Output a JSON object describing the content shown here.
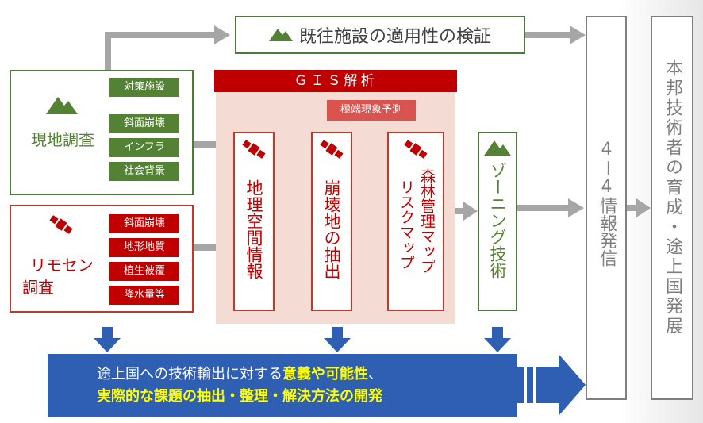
{
  "top_box": {
    "label": "既往施設の適用性の検証"
  },
  "field_survey": {
    "label": "現地調査",
    "tags": [
      "対策施設",
      "斜面崩壊",
      "インフラ",
      "社会背景"
    ]
  },
  "remote_sensing": {
    "label_line1": "リモセン",
    "label_line2": "調査",
    "tags": [
      "斜面崩壊",
      "地形地質",
      "植生被覆",
      "降水量等"
    ]
  },
  "gis": {
    "header": "ＧＩＳ解析",
    "extreme_event": "極端現象予測",
    "steps": [
      "地理空間情報",
      "崩壊地の抽出",
      "森林管理マップ",
      "リスクマップ"
    ],
    "zoning": "ゾーニング技術"
  },
  "info_column": {
    "label": "4ー4情報発信"
  },
  "final_column": {
    "label": "本邦技術者の育成・途上国発展"
  },
  "bottom_banner": {
    "line1_prefix": "途上国への技術輸出に対する",
    "line1_highlight": "意義や可能性",
    "line1_suffix": "、",
    "line2": "実際的な課題の抽出・整理・解決方法の開発"
  },
  "colors": {
    "green": "#548235",
    "red": "#c00000",
    "blue": "#2f5fb3",
    "highlight": "#ffff00",
    "gray": "#a6a6a6"
  },
  "icons": [
    "mountain-icon",
    "satellite-icon"
  ]
}
